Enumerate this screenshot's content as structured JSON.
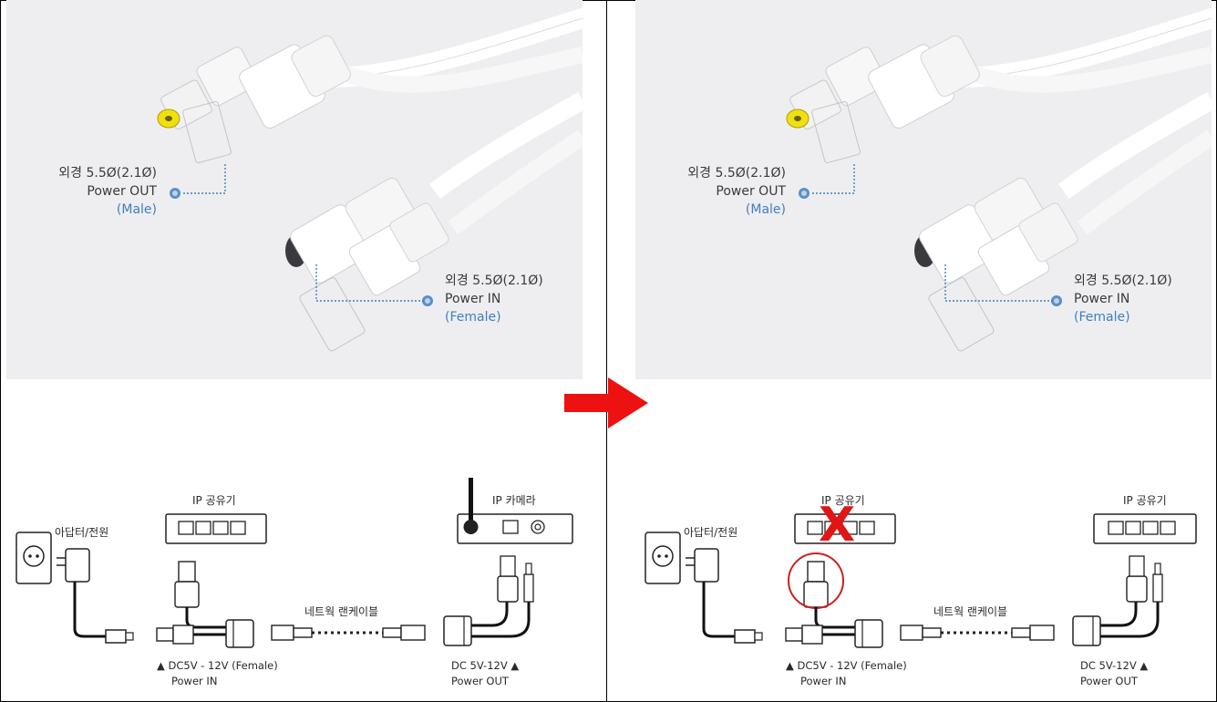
{
  "left_panel": {
    "photo": {
      "male_callout": {
        "line1": "외경 5.5Ø(2.1Ø)",
        "line2": "Power OUT",
        "line3": "(Male)"
      },
      "female_callout": {
        "line1": "외경 5.5Ø(2.1Ø)",
        "line2": "Power IN",
        "line3": "(Female)"
      }
    },
    "diagram": {
      "adapter_label": "아답터/전원",
      "router_label": "IP 공유기",
      "camera_label": "IP 카메라",
      "cable_label": "네트웍 랜케이블",
      "power_in_label": {
        "line1": "▲ DC5V - 12V (Female)",
        "line2": "Power IN"
      },
      "power_out_label": {
        "line1": "DC 5V-12V  ▲",
        "line2": "Power OUT"
      }
    }
  },
  "right_panel": {
    "photo": {
      "male_callout": {
        "line1": "외경 5.5Ø(2.1Ø)",
        "line2": "Power OUT",
        "line3": "(Male)"
      },
      "female_callout": {
        "line1": "외경 5.5Ø(2.1Ø)",
        "line2": "Power IN",
        "line3": "(Female)"
      }
    },
    "diagram": {
      "adapter_label": "아답터/전원",
      "router_label": "IP 공유기",
      "router2_label": "IP 공유기",
      "cable_label": "네트웍 랜케이블",
      "power_in_label": {
        "line1": "▲ DC5V - 12V (Female)",
        "line2": "Power IN"
      },
      "power_out_label": {
        "line1": "DC 5V-12V  ▲",
        "line2": "Power OUT"
      },
      "cross_mark": "X"
    }
  },
  "colors": {
    "accent_blue": "#3f7fc0",
    "arrow_red": "#ee1111",
    "cross_red": "#e01515"
  }
}
